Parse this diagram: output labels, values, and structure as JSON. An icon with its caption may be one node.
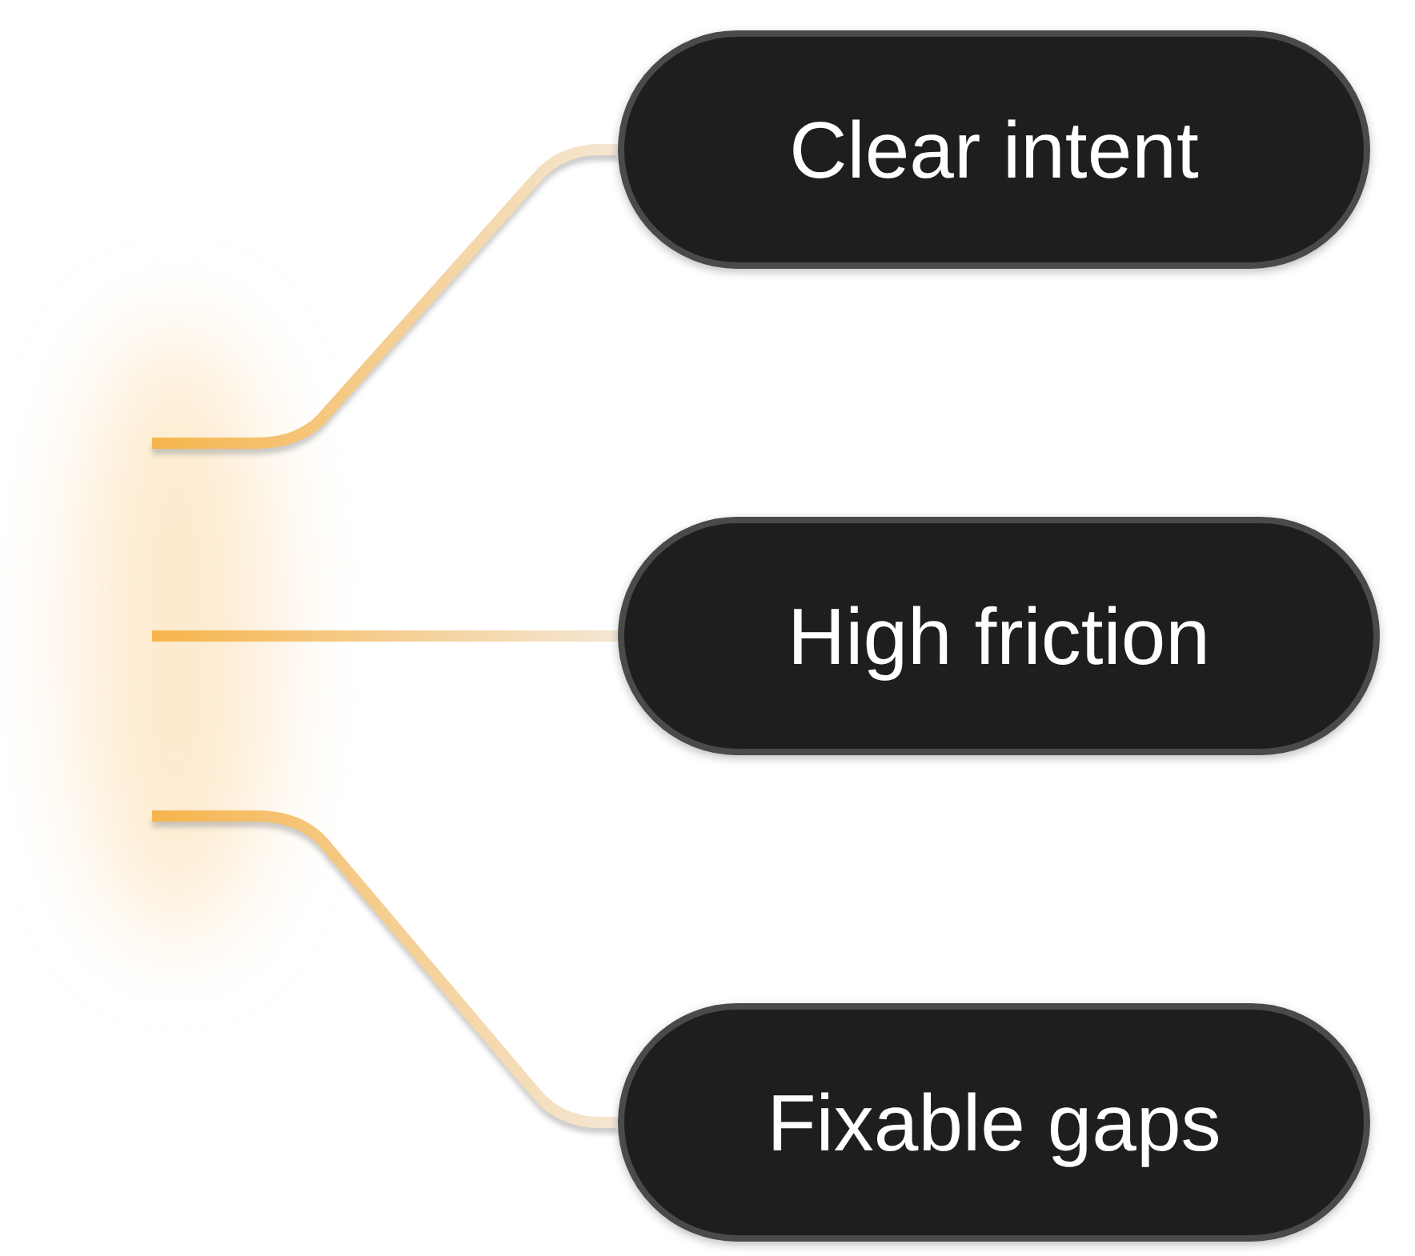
{
  "diagram": {
    "nodes": [
      {
        "text": [
          "Clear intent"
        ]
      },
      {
        "text": [
          "High friction"
        ]
      },
      {
        "text": [
          "Fixable gaps"
        ]
      }
    ],
    "edges": [
      {
        "from": null,
        "to": 0,
        "arrow": "none"
      },
      {
        "from": null,
        "to": 1,
        "arrow": "none"
      },
      {
        "from": null,
        "to": 2,
        "arrow": "none"
      }
    ]
  }
}
